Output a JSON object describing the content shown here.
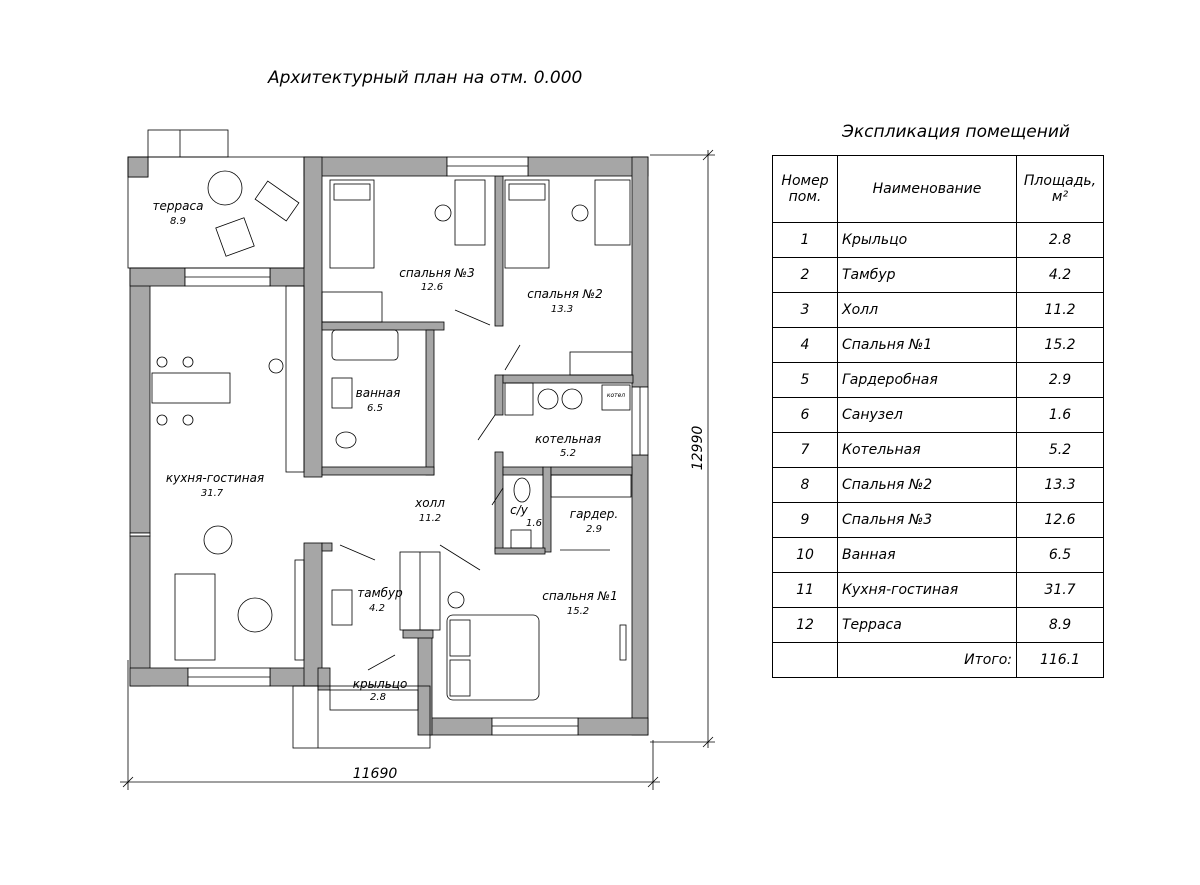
{
  "plan_title": "Архитектурный план на отм. 0.000",
  "table_title": "Экспликация помещений",
  "dimensions": {
    "width": "11690",
    "height": "12990"
  },
  "rooms": [
    {
      "id": "terrace",
      "name": "терраса",
      "area": "8.9"
    },
    {
      "id": "bedroom3",
      "name": "спальня №3",
      "area": "12.6"
    },
    {
      "id": "bedroom2",
      "name": "спальня №2",
      "area": "13.3"
    },
    {
      "id": "bath",
      "name": "ванная",
      "area": "6.5"
    },
    {
      "id": "boiler",
      "name": "котельная",
      "area": "5.2"
    },
    {
      "id": "kitchen",
      "name": "кухня-гостиная",
      "area": "31.7"
    },
    {
      "id": "hall",
      "name": "холл",
      "area": "11.2"
    },
    {
      "id": "wc",
      "name": "с/у",
      "area": "1.6"
    },
    {
      "id": "wardrobe",
      "name": "гардер.",
      "area": "2.9"
    },
    {
      "id": "vestibule",
      "name": "тамбур",
      "area": "4.2"
    },
    {
      "id": "bedroom1",
      "name": "спальня №1",
      "area": "15.2"
    },
    {
      "id": "porch",
      "name": "крыльцо",
      "area": "2.8"
    }
  ],
  "boiler_label": "котел",
  "table": {
    "headers": {
      "num": "Номер пом.",
      "name": "Наименование",
      "area": "Площадь, м²"
    },
    "rows": [
      {
        "num": "1",
        "name": "Крыльцо",
        "area": "2.8"
      },
      {
        "num": "2",
        "name": "Тамбур",
        "area": "4.2"
      },
      {
        "num": "3",
        "name": "Холл",
        "area": "11.2"
      },
      {
        "num": "4",
        "name": "Спальня №1",
        "area": "15.2"
      },
      {
        "num": "5",
        "name": "Гардеробная",
        "area": "2.9"
      },
      {
        "num": "6",
        "name": "Санузел",
        "area": "1.6"
      },
      {
        "num": "7",
        "name": "Котельная",
        "area": "5.2"
      },
      {
        "num": "8",
        "name": "Спальня №2",
        "area": "13.3"
      },
      {
        "num": "9",
        "name": "Спальня №3",
        "area": "12.6"
      },
      {
        "num": "10",
        "name": "Ванная",
        "area": "6.5"
      },
      {
        "num": "11",
        "name": "Кухня-гостиная",
        "area": "31.7"
      },
      {
        "num": "12",
        "name": "Терраса",
        "area": "8.9"
      }
    ],
    "total_label": "Итого:",
    "total_value": "116.1"
  }
}
